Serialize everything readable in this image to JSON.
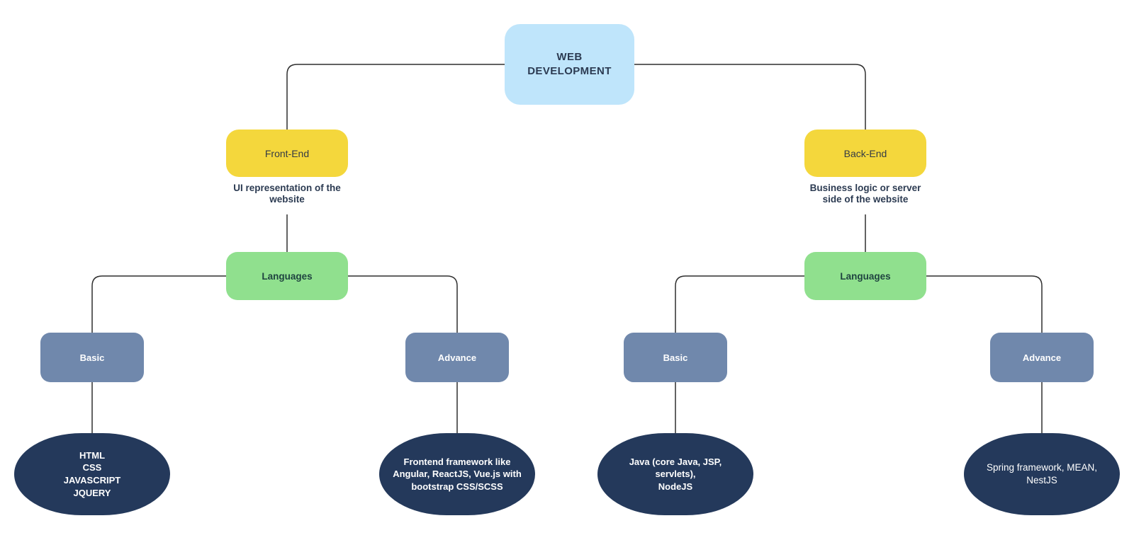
{
  "diagram": {
    "root": {
      "label": "WEB\nDEVELOPMENT"
    },
    "frontend": {
      "label": "Front-End",
      "caption": "UI representation of the\nwebsite",
      "languages": {
        "label": "Languages"
      },
      "basic": {
        "label": "Basic",
        "detail": "HTML\nCSS\nJAVASCRIPT\nJQUERY"
      },
      "advance": {
        "label": "Advance",
        "detail": "Frontend framework like\nAngular, ReactJS, Vue.js with\nbootstrap CSS/SCSS"
      }
    },
    "backend": {
      "label": "Back-End",
      "caption": "Business logic or server\nside of the website",
      "languages": {
        "label": "Languages"
      },
      "basic": {
        "label": "Basic",
        "detail": "Java (core Java, JSP, servlets),\nNodeJS"
      },
      "advance": {
        "label": "Advance",
        "detail": "Spring framework, MEAN, NestJS"
      }
    }
  },
  "colors": {
    "root_fill": "#BFE5FB",
    "branch_fill": "#F4D73C",
    "languages_fill": "#90E08E",
    "level_fill": "#7088AC",
    "detail_fill": "#24395B",
    "text_dark": "#2C3B52",
    "text_light": "#FFFFFF",
    "connector": "#2F2F2F"
  }
}
